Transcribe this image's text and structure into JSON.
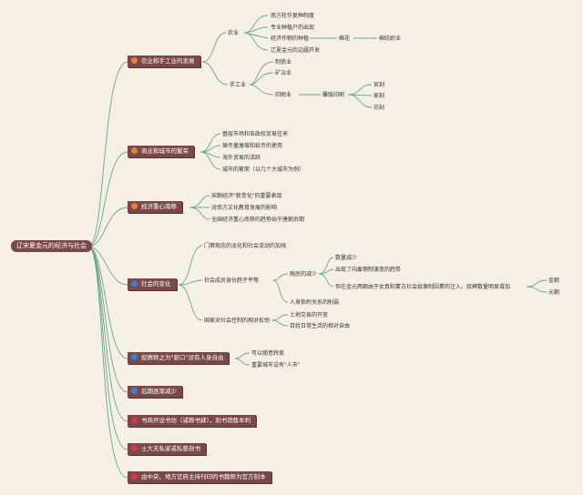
{
  "title": "辽宋夏金元的经济与社会",
  "colors": {
    "background": "#f5efe6",
    "branch_fill": "#7a4848",
    "line": "#6aa88e",
    "icon_orange": "#e8823a",
    "icon_blue": "#3d7fd6",
    "icon_red": "#d83b3b"
  },
  "b1": {
    "label": "农业和手工业的发展",
    "agri": {
      "label": "农业",
      "items": [
        "南方轮作复种制度",
        "专业种植户的出现",
        "经济作物的种植",
        "辽夏金元的边疆开发"
      ],
      "cotton": "棉花",
      "textile": "棉纺织业"
    },
    "craft": {
      "label": "手工业",
      "items": [
        "制瓷业",
        "矿冶业",
        "印刷业"
      ],
      "movable": "雕版印刷",
      "sub": [
        "官刻",
        "家刻",
        "坊刻"
      ]
    }
  },
  "b2": {
    "label": "商业和城市的繁荣",
    "items": [
      "基层市场和各政权贸易往来",
      "铸币量激增和纸币的使用",
      "海外贸易的活跃",
      "城市的繁荣（以几个大城市为例）"
    ]
  },
  "b3": {
    "label": "经济重心南移",
    "items": [
      "宋朝经济\"新变化\"的重要表现",
      "对南方文化教育发展的影响",
      "全国经济重心南移的趋势始于唐朝后期"
    ]
  },
  "b4": {
    "label": "社会的变化",
    "c1": "门第观念的淡化和社会流动的加强",
    "c2": "社会成员身份趋于平等",
    "slave": "贱民的减少",
    "slave_items": [
      "数量减少",
      "出现了向雇佣制演变的趋势",
      "但在金元两朝由于女真和蒙古社会奴隶制因素的注入，奴婢数量明显增加"
    ],
    "dynasties": [
      "金朝",
      "元朝"
    ],
    "c3": "人身依附关系的削弱",
    "c4": "国家对社会控制的相对松弛",
    "c4_items": [
      "土地交易的开放",
      "百姓日常生活的相对自由"
    ]
  },
  "b5": {
    "label": "奴婢称之为\"驱口\"没有人身自由",
    "items": [
      "可以随意转卖",
      "重要城市设有\"人市\""
    ]
  },
  "b6": {
    "label": "后期逐渐减少"
  },
  "b7": {
    "label": "书商开设书坊（或称书肆），刻书销售牟利"
  },
  "b8": {
    "label": "士大夫私家或私塾刻书"
  },
  "b9": {
    "label": "由中央、地方官府主持刊印的书籍称为官方刻本"
  }
}
